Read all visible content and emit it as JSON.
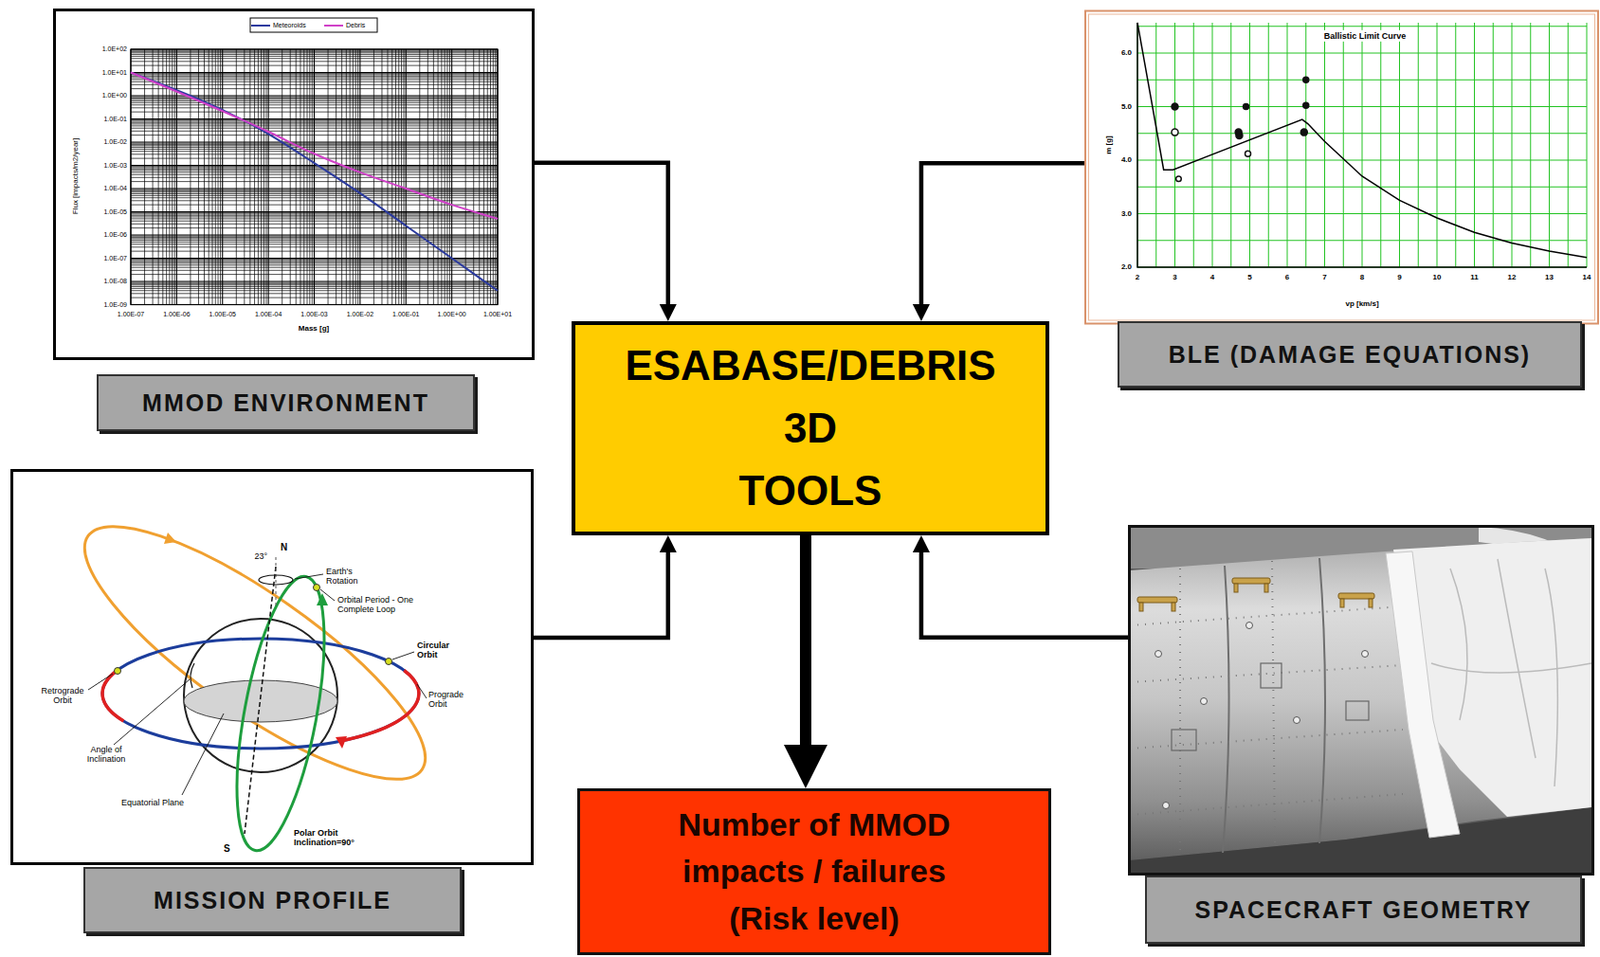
{
  "diagram": {
    "nodes": [
      {
        "text": [
          "MMOD ENVIRONMENT"
        ]
      },
      {
        "text": [
          "ESABASE/DEBRIS 3D TOOLS"
        ]
      },
      {
        "text": [
          "BLE (DAMAGE EQUATIONS)"
        ]
      },
      {
        "text": [
          "MISSION PROFILE"
        ]
      },
      {
        "text": [
          "SPACECRAFT GEOMETRY"
        ]
      },
      {
        "text": [
          "Number of MMOD impacts / failures (Risk level)"
        ]
      }
    ],
    "edges": [
      {
        "from": 0,
        "to": 1,
        "arrow": "to"
      },
      {
        "from": 2,
        "to": 1,
        "arrow": "to"
      },
      {
        "from": 3,
        "to": 1,
        "arrow": "to"
      },
      {
        "from": 4,
        "to": 1,
        "arrow": "to"
      },
      {
        "from": 1,
        "to": 5,
        "arrow": "to"
      }
    ],
    "labels": [
      "Flux [impacts/m2/year]",
      "1.0E+02",
      "1.0E+01",
      "1.0E+00",
      "1.0E-01",
      "1.0E-02",
      "1.0E-03",
      "1.0E-04",
      "1.0E-05",
      "1.0E-06",
      "1.0E-07",
      "1.0E-08",
      "1.0E-09",
      "1.00E-07",
      "1.00E-06",
      "1.00E-05",
      "1.00E-04",
      "1.00E-03",
      "1.00E-02",
      "1.00E-01",
      "1.00E+00",
      "1.00E+01",
      "Mass [g]",
      "Ballistic Limit Curve",
      "m [g]",
      "6.0",
      "5.0",
      "4.0",
      "3.0",
      "2.0",
      "2",
      "3",
      "4",
      "5",
      "6",
      "7",
      "8",
      "9",
      "10",
      "11",
      "12",
      "13",
      "14",
      "vp [km/s]",
      "N",
      "23°",
      "Earth's Rotation",
      "Orbital Period - One Complete Loop",
      "Circular Orbit",
      "Prograde Orbit",
      "Retrograde Orbit",
      "Angle of Inclination",
      "Equatorial Plane",
      "Polar Orbit Inclination=90°",
      "S"
    ],
    "legend": [
      {
        "text": "Meteoroids"
      },
      {
        "text": "Debris"
      }
    ]
  }
}
